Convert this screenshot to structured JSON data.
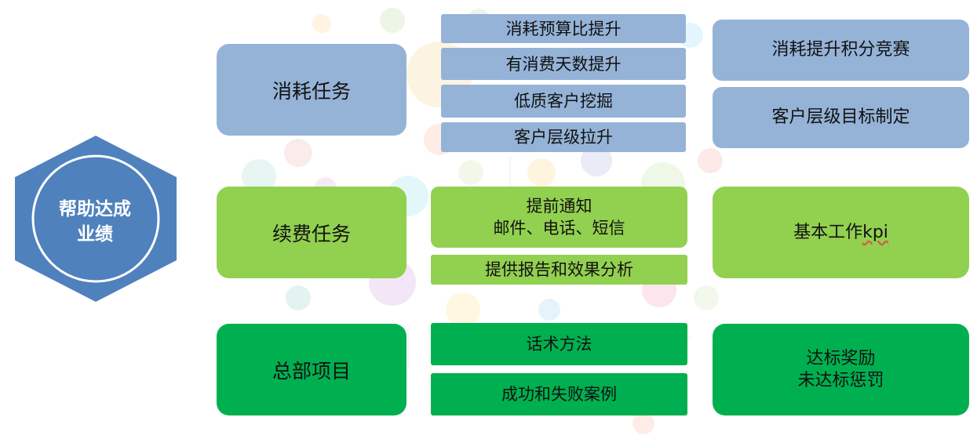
{
  "hub": {
    "line1": "帮助达成",
    "line2": "业绩"
  },
  "rows": [
    {
      "task": "消耗任务",
      "middle": [
        "消耗预算比提升",
        "有消费天数提升",
        "低质客户挖掘",
        "客户层级拉升"
      ],
      "right": [
        "消耗提升积分竞赛",
        "客户层级目标制定"
      ]
    },
    {
      "task": "续费任务",
      "middle": [
        {
          "line1": "提前通知",
          "line2": "邮件、电话、短信"
        },
        "提供报告和效果分析"
      ],
      "right": [
        {
          "text": "基本工作",
          "suffix": "kpi"
        }
      ]
    },
    {
      "task": "总部项目",
      "middle": [
        "话术方法",
        "成功和失败案例"
      ],
      "right": [
        {
          "line1": "达标奖励",
          "line2": "未达标惩罚"
        }
      ]
    }
  ],
  "colors": {
    "hex_fill": "#4f81bd",
    "hex_ring": "#ffffff",
    "row1": "#95b3d7",
    "row2": "#92d050",
    "row3": "#00b050"
  }
}
